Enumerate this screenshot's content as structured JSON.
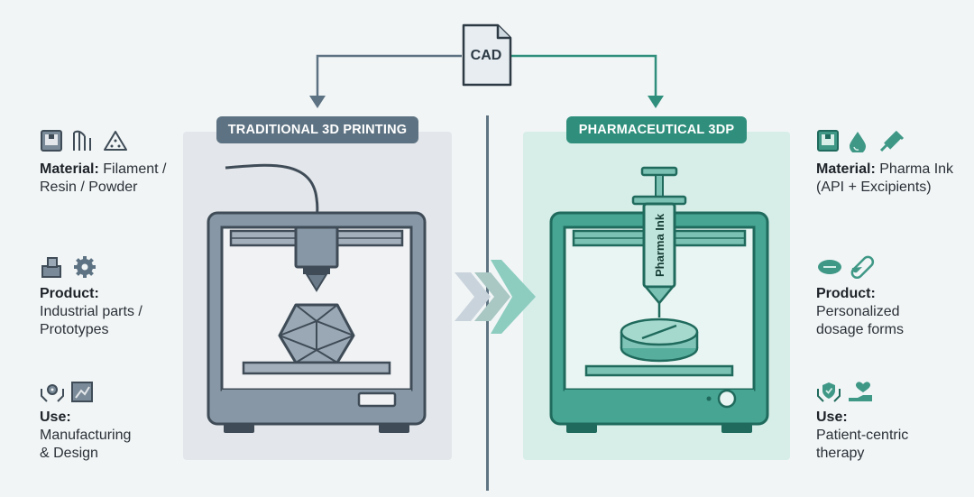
{
  "cad": {
    "label": "CAD"
  },
  "traditional": {
    "title": "TRADITIONAL 3D PRINTING",
    "material": {
      "label": "Material:",
      "lines": [
        " Filament /",
        "Resin / Powder"
      ]
    },
    "product": {
      "label": "Product:",
      "lines": [
        "Industrial parts /",
        "Prototypes"
      ]
    },
    "use": {
      "label": "Use:",
      "lines": [
        "Manufacturing",
        "& Design"
      ]
    }
  },
  "pharmaceutical": {
    "title": "PHARMACEUTICAL 3DP",
    "syringe_label": "Pharma Ink",
    "material": {
      "label": "Material:",
      "lines": [
        " Pharma Ink",
        "(API + Excipients)"
      ]
    },
    "product": {
      "label": "Product:",
      "lines": [
        "Personalized",
        "dosage forms"
      ]
    },
    "use": {
      "label": "Use:",
      "lines": [
        "Patient-centric",
        "therapy"
      ]
    }
  },
  "colors": {
    "traditional_accent": "#5d7282",
    "pharma_accent": "#2f8f7c",
    "traditional_panel": "#e3e6ea",
    "pharma_panel": "#d6ede8",
    "background": "#f1f5f6"
  },
  "icons": {
    "traditional_material": [
      "printer-icon",
      "filament-icon",
      "powder-icon"
    ],
    "traditional_product": [
      "parts-icon",
      "gear-icon"
    ],
    "traditional_use": [
      "hands-gear-icon",
      "blueprint-icon"
    ],
    "pharma_material": [
      "printer-icon",
      "droplet-icon",
      "syringe-icon"
    ],
    "pharma_product": [
      "tablet-icon",
      "capsule-icon"
    ],
    "pharma_use": [
      "shield-hands-icon",
      "heart-hand-icon"
    ]
  }
}
